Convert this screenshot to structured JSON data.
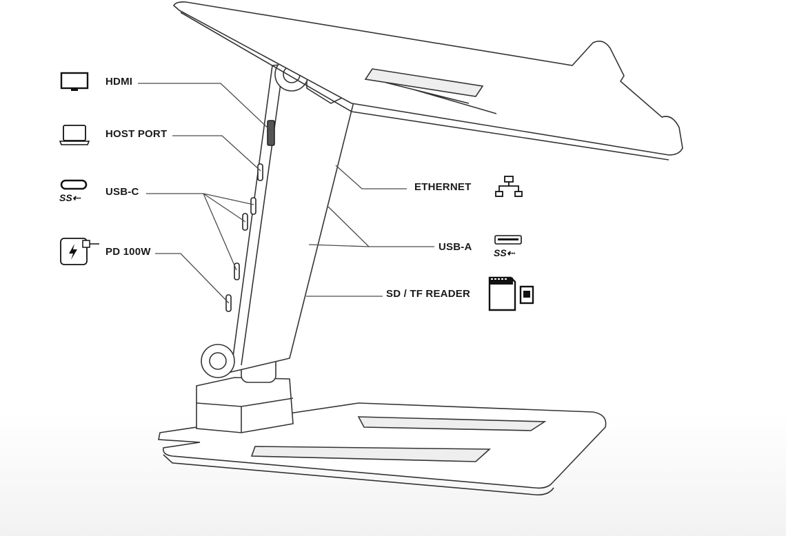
{
  "left_ports": [
    {
      "label": "HDMI",
      "icon": "monitor-icon"
    },
    {
      "label": "HOST PORT",
      "icon": "laptop-icon"
    },
    {
      "label": "USB-C",
      "icon": "usb-c-superspeed-icon"
    },
    {
      "label": "PD 100W",
      "icon": "power-adapter-icon"
    }
  ],
  "right_ports": [
    {
      "label": "ETHERNET",
      "icon": "network-icon"
    },
    {
      "label": "USB-A",
      "icon": "usb-a-superspeed-icon"
    },
    {
      "label": "SD / TF READER",
      "icon": "sd-card-icon"
    }
  ],
  "icon_text": {
    "superspeed": "SS"
  },
  "colors": {
    "line": "#4a4a4a",
    "stroke": "#333333",
    "text": "#1a1a1a"
  }
}
